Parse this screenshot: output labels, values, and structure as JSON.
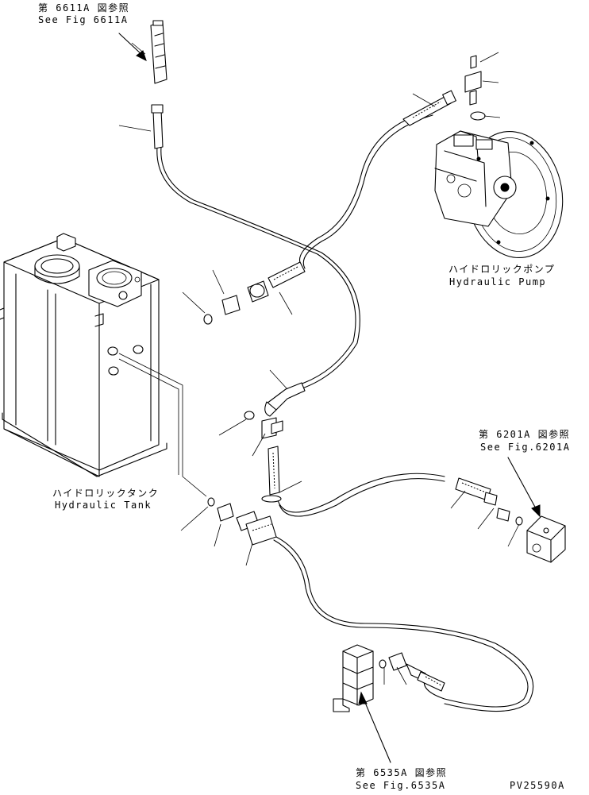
{
  "references": {
    "ref_6611": {
      "jp": "第 6611A 図参照",
      "en": "See Fig 6611A"
    },
    "ref_6201": {
      "jp": "第 6201A 図参照",
      "en": "See Fig.6201A"
    },
    "ref_6535": {
      "jp": "第 6535A 図参照",
      "en": "See Fig.6535A"
    }
  },
  "components": {
    "pump": {
      "jp": "ハイドロリックポンプ",
      "en": "Hydraulic Pump"
    },
    "tank": {
      "jp": "ハイドロリックタンク",
      "en": "Hydraulic Tank"
    }
  },
  "drawing_number": "PV25590A"
}
